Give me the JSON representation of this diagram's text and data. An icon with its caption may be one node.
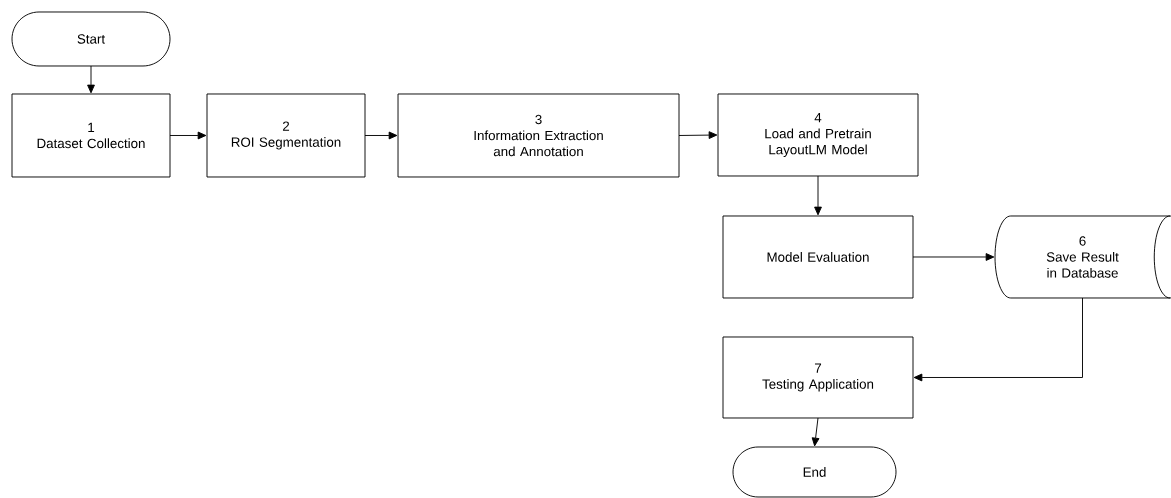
{
  "diagram": {
    "nodes": [
      {
        "text": [
          "Start"
        ]
      },
      {
        "text": [
          "1",
          "Dataset Collection"
        ]
      },
      {
        "text": [
          "2",
          "ROI Segmentation"
        ]
      },
      {
        "text": [
          "3",
          "Information Extraction and Annotation"
        ]
      },
      {
        "text": [
          "4",
          "Load and Pretrain LayoutLM Model"
        ]
      },
      {
        "text": [
          "Model Evaluation"
        ]
      },
      {
        "text": [
          "6",
          "Save Result in Database"
        ]
      },
      {
        "text": [
          "7",
          "Testing Application"
        ]
      },
      {
        "text": [
          "End"
        ]
      }
    ],
    "edges": [
      {
        "from": 0,
        "to": 1,
        "arrow": "to"
      },
      {
        "from": 1,
        "to": 2,
        "arrow": "to"
      },
      {
        "from": 2,
        "to": 3,
        "arrow": "to"
      },
      {
        "from": 3,
        "to": 4,
        "arrow": "to"
      },
      {
        "from": 4,
        "to": 5,
        "arrow": "to"
      },
      {
        "from": 5,
        "to": 6,
        "arrow": "to"
      },
      {
        "from": 6,
        "to": 7,
        "arrow": "to"
      },
      {
        "from": 7,
        "to": 8,
        "arrow": "to"
      }
    ]
  }
}
